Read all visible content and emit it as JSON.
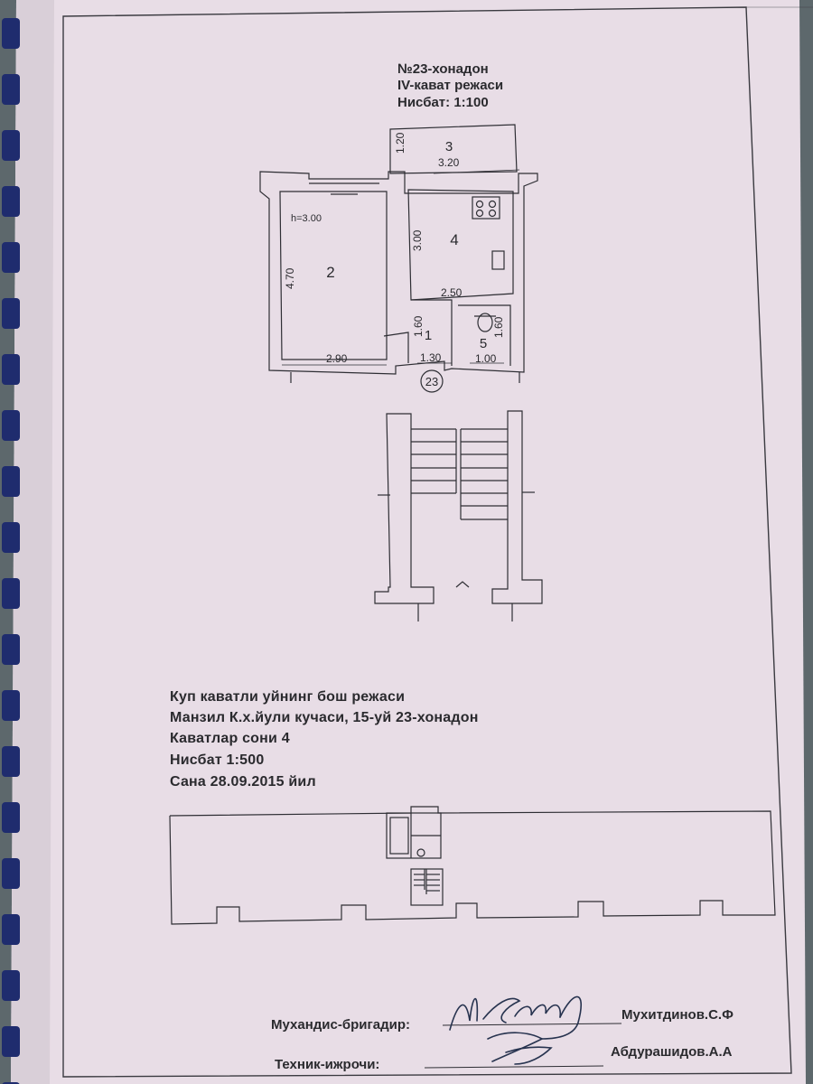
{
  "header": {
    "apartment": "№23-хонадон",
    "floor_plan": "IV-кават режаси",
    "scale": "Нисбат: 1:100"
  },
  "plan": {
    "ceiling_height": "h=3.00",
    "entrance_number": "23",
    "rooms": [
      {
        "number": "1",
        "dims": [
          "1.60",
          "1.30"
        ]
      },
      {
        "number": "2",
        "dims": [
          "4.70",
          "2.90"
        ]
      },
      {
        "number": "3",
        "dims": [
          "1.20",
          "3.20"
        ]
      },
      {
        "number": "4",
        "dims": [
          "3.00",
          "2.50"
        ]
      },
      {
        "number": "5",
        "dims": [
          "1.60",
          "1.00"
        ]
      }
    ]
  },
  "info": {
    "line1": "Куп каватли уйнинг бош режаси",
    "line2": "Манзил  К.х.йули кучаси, 15-уй 23-хонадон",
    "line3": "Каватлар сони 4",
    "line4": "Нисбат  1:500",
    "line5": "Сана    28.09.2015 йил"
  },
  "signatures": {
    "engineer_role": "Мухандис-бригадир:",
    "engineer_name": "Мухитдинов.С.Ф",
    "technician_role": "Техник-ижрочи:",
    "technician_name": "Абдурашидов.А.А"
  }
}
